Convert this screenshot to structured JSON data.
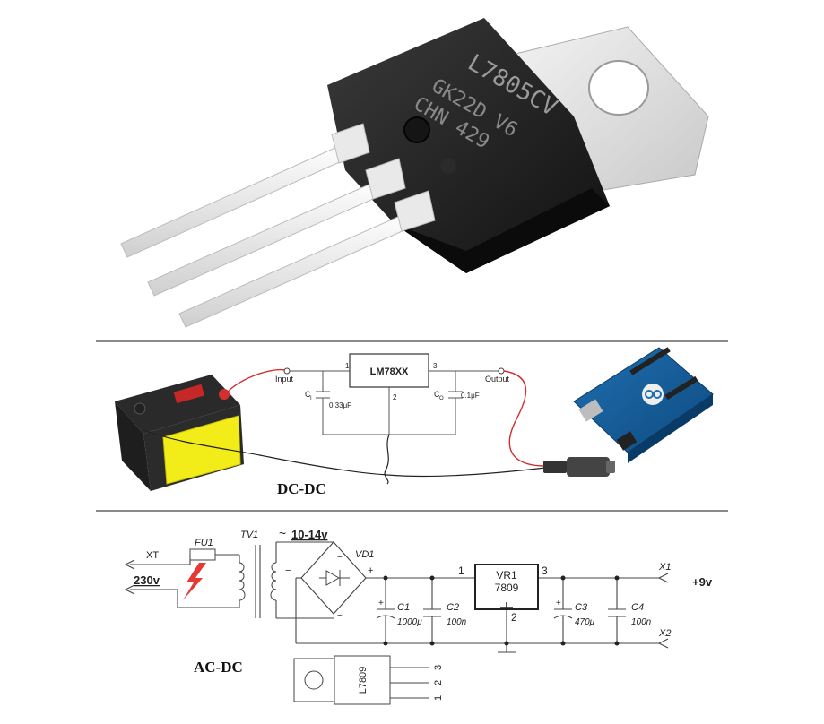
{
  "photo": {
    "marking_line1": "L7805CV",
    "marking_line2": "GK22D  V6",
    "marking_line3": "CHN  429"
  },
  "dcdc": {
    "title": "DC-DC",
    "regulator": "LM78XX",
    "input_label": "Input",
    "output_label": "Output",
    "pin1": "1",
    "pin2": "2",
    "pin3": "3",
    "ci_label": "C",
    "ci_sub": "I",
    "ci_value": "0.33μF",
    "co_label": "C",
    "co_sub": "O",
    "co_value": "0.1μF"
  },
  "acdc": {
    "title": "AC-DC",
    "xt": "XT",
    "fuse": "FU1",
    "mains": "230v",
    "transformer": "TV1",
    "secondary": "10-14v",
    "tilde": "~",
    "bridge": "VD1",
    "plus": "+",
    "minus": "−",
    "regulator_name": "VR1",
    "regulator_type": "7809",
    "pin1": "1",
    "pin2": "2",
    "pin3": "3",
    "c1_name": "C1",
    "c1_value": "1000μ",
    "c2_name": "C2",
    "c2_value": "100n",
    "c3_name": "C3",
    "c3_value": "470μ",
    "c4_name": "C4",
    "c4_value": "100n",
    "x1": "X1",
    "x2": "X2",
    "output": "+9v",
    "package_label": "L7809",
    "pkg_pin1": "1",
    "pkg_pin2": "2",
    "pkg_pin3": "3"
  }
}
